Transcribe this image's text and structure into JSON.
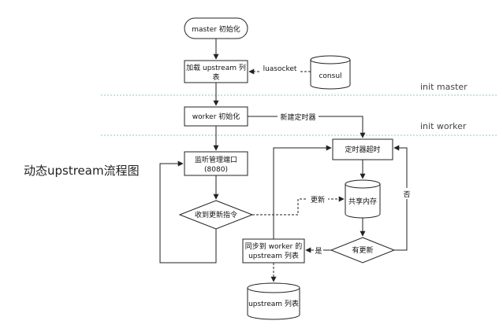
{
  "title": "动态upstream流程图",
  "zones": {
    "init_master": "init master",
    "init_worker": "init worker"
  },
  "nodes": {
    "master_init": "master 初始化",
    "load_upstream_1": "加载 upstream 列",
    "load_upstream_2": "表",
    "consul": "consul",
    "worker_init": "worker 初始化",
    "monitor_port_1": "监听管理端口",
    "monitor_port_2": "(8080)",
    "recv_cmd": "收到更新指令",
    "timer_timeout": "定时器超时",
    "shared_mem": "共享内存",
    "has_update": "有更新",
    "sync_1": "同步到 worker 的",
    "sync_2": "upstream 列表",
    "upstream_list": "upstream 列表"
  },
  "edges": {
    "luasocket": "luasocket",
    "new_timer": "新建定时器",
    "update": "更新",
    "yes": "是",
    "no": "否"
  },
  "colors": {
    "stroke": "#222222",
    "zone_line": "#9fd6cf",
    "node_fill": "#ffffff"
  }
}
